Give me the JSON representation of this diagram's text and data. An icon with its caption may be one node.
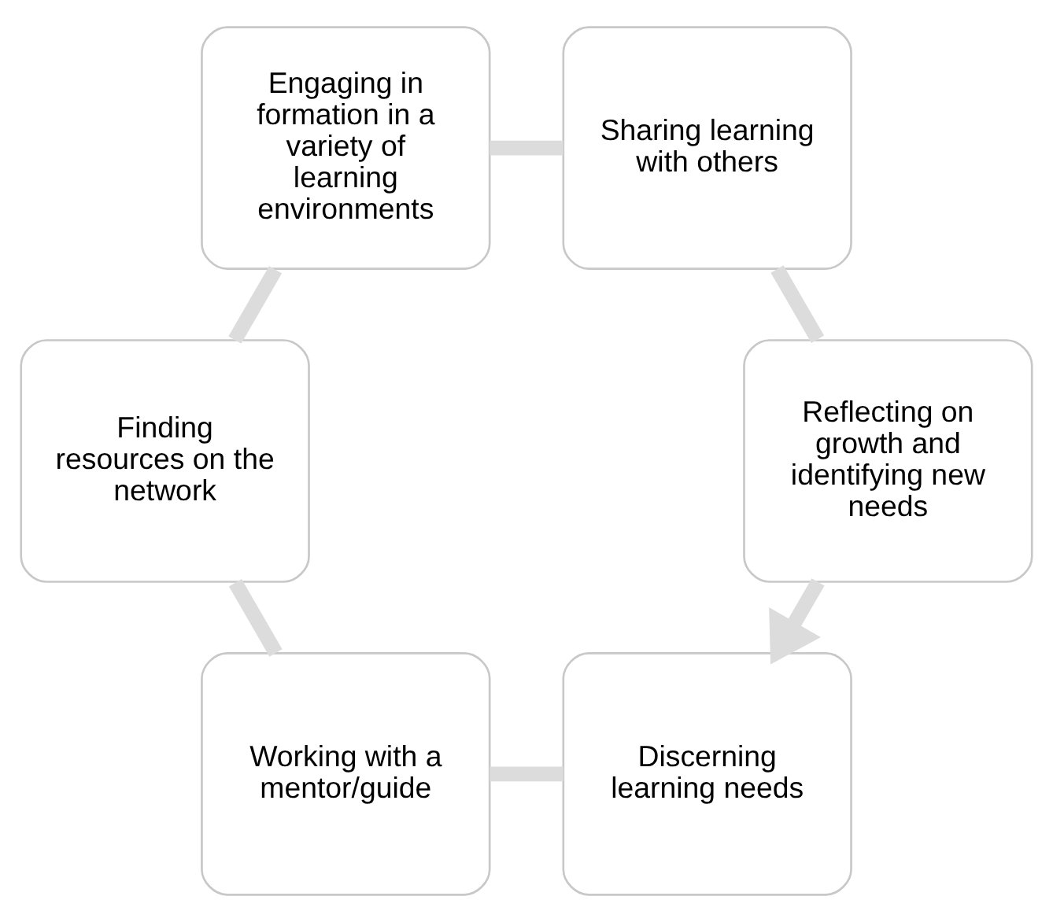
{
  "diagram": {
    "nodes": [
      {
        "text": [
          "Discerning learning needs"
        ]
      },
      {
        "text": [
          "Working with a mentor/guide"
        ]
      },
      {
        "text": [
          "Finding resources on the network"
        ]
      },
      {
        "text": [
          "Engaging in formation in a variety of learning environments"
        ]
      },
      {
        "text": [
          "Sharing learning with others"
        ]
      },
      {
        "text": [
          "Reflecting on growth and identifying new needs"
        ]
      }
    ],
    "edges": [
      {
        "from": 0,
        "to": 1,
        "arrow": "none"
      },
      {
        "from": 1,
        "to": 2,
        "arrow": "none"
      },
      {
        "from": 2,
        "to": 3,
        "arrow": "none"
      },
      {
        "from": 3,
        "to": 4,
        "arrow": "none"
      },
      {
        "from": 4,
        "to": 5,
        "arrow": "none"
      },
      {
        "from": 5,
        "to": 0,
        "arrow": "to"
      }
    ]
  }
}
